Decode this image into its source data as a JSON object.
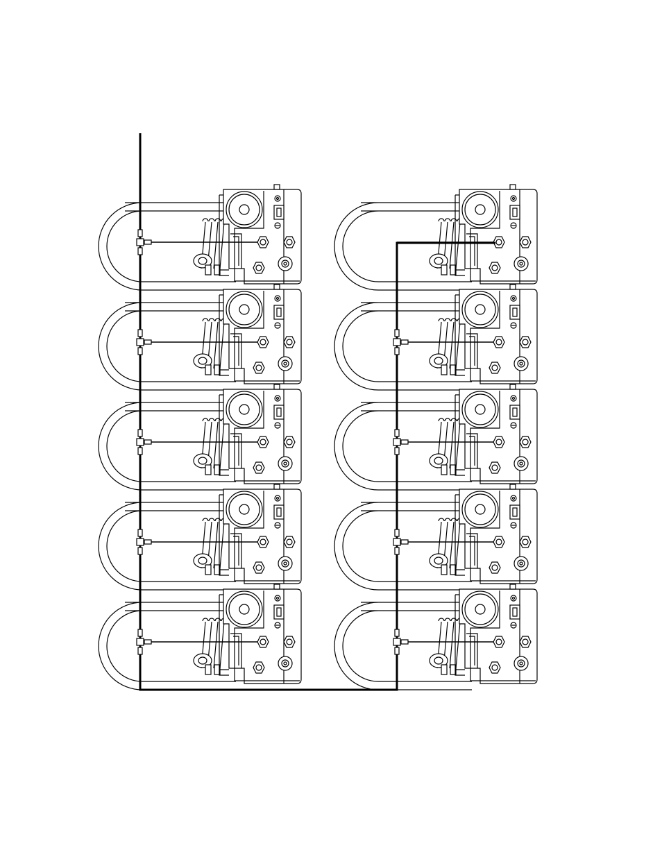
{
  "diagram": {
    "columns": [
      {
        "id": "left",
        "units": 5
      },
      {
        "id": "right",
        "units": 5
      }
    ],
    "line_color": "#000000",
    "background": "#ffffff"
  }
}
